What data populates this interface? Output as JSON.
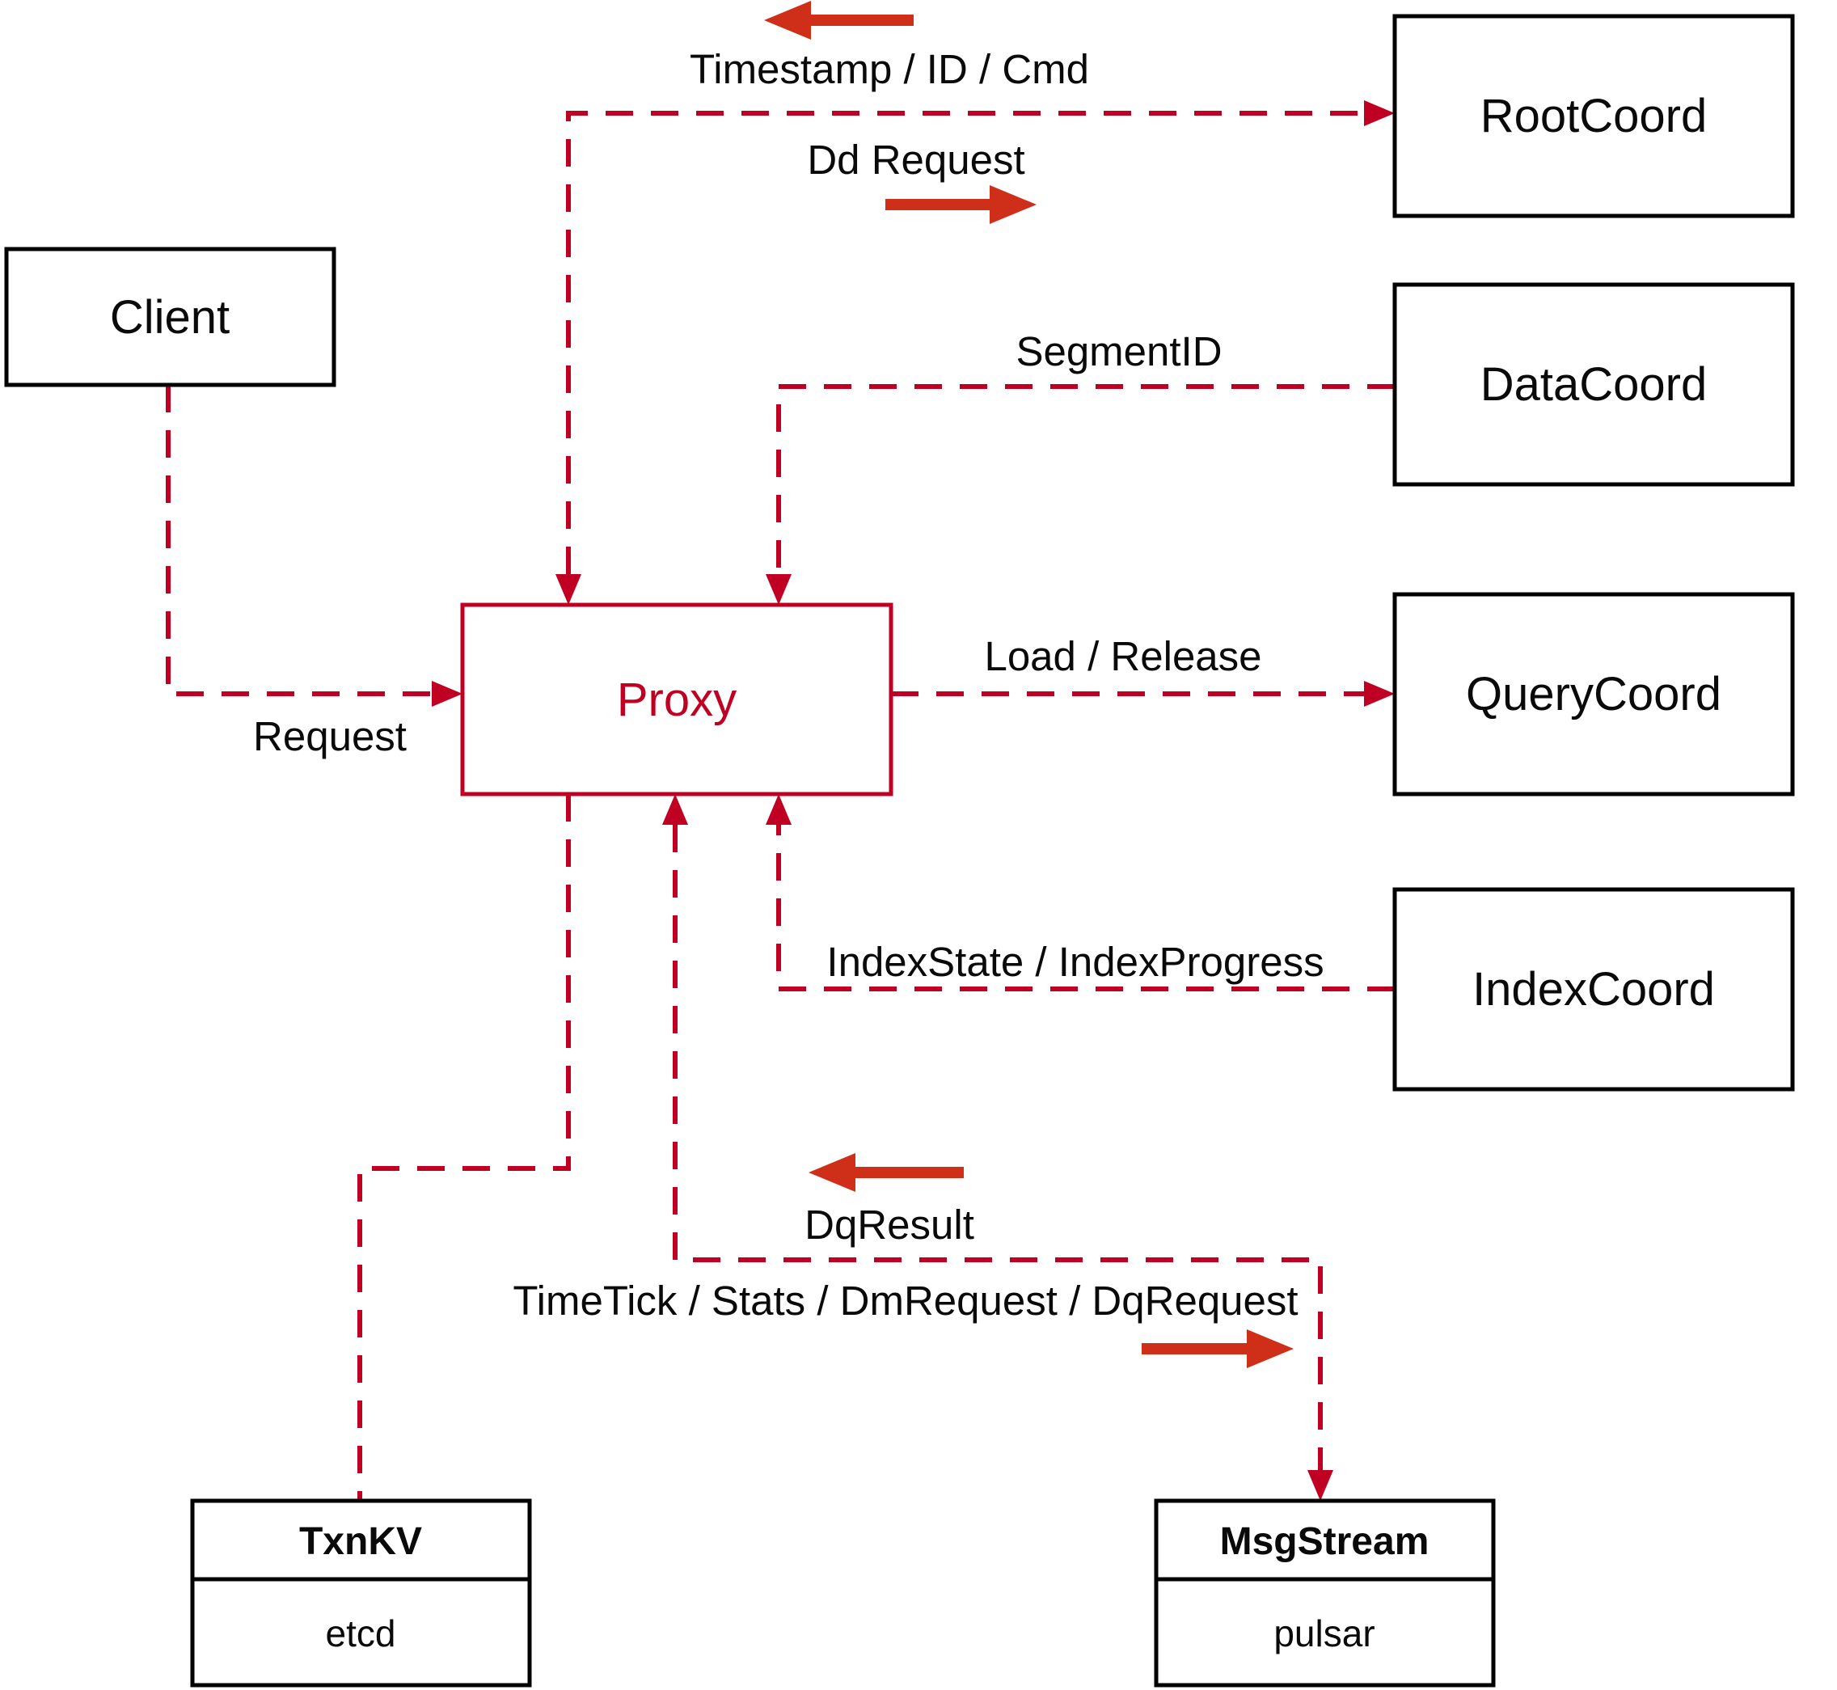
{
  "diagram": {
    "nodes": {
      "client": {
        "label": "Client"
      },
      "proxy": {
        "label": "Proxy"
      },
      "rootcoord": {
        "label": "RootCoord"
      },
      "datacoord": {
        "label": "DataCoord"
      },
      "querycoord": {
        "label": "QueryCoord"
      },
      "indexcoord": {
        "label": "IndexCoord"
      },
      "txnkv": {
        "title": "TxnKV",
        "sub": "etcd"
      },
      "msgstream": {
        "title": "MsgStream",
        "sub": "pulsar"
      }
    },
    "labels": {
      "timestamp": "Timestamp / ID / Cmd",
      "dd_request": "Dd Request",
      "segment_id": "SegmentID",
      "request": "Request",
      "load_release": "Load / Release",
      "index_state": "IndexState / IndexProgress",
      "dq_result": "DqResult",
      "timetick": "TimeTick / Stats / DmRequest / DqRequest"
    },
    "connections": [
      {
        "from": "Client",
        "to": "Proxy",
        "labels": [
          "Request"
        ],
        "bidirectional": false
      },
      {
        "from": "Proxy",
        "to": "RootCoord",
        "labels": [
          "Timestamp / ID / Cmd",
          "Dd Request"
        ],
        "bidirectional": true
      },
      {
        "from": "DataCoord",
        "to": "Proxy",
        "labels": [
          "SegmentID"
        ],
        "bidirectional": false
      },
      {
        "from": "Proxy",
        "to": "QueryCoord",
        "labels": [
          "Load / Release"
        ],
        "bidirectional": false
      },
      {
        "from": "IndexCoord",
        "to": "Proxy",
        "labels": [
          "IndexState / IndexProgress"
        ],
        "bidirectional": false
      },
      {
        "from": "Proxy",
        "to": "TxnKV",
        "labels": [],
        "bidirectional": false
      },
      {
        "from": "Proxy",
        "to": "MsgStream",
        "labels": [
          "DqResult",
          "TimeTick / Stats / DmRequest / DqRequest"
        ],
        "bidirectional": true
      }
    ],
    "colors": {
      "dashed_line": "#c00022",
      "solid_arrow": "#cf2e18",
      "box_border": "#000000",
      "proxy_accent": "#c00022",
      "text": "#0a0a0a",
      "background": "#ffffff"
    }
  }
}
